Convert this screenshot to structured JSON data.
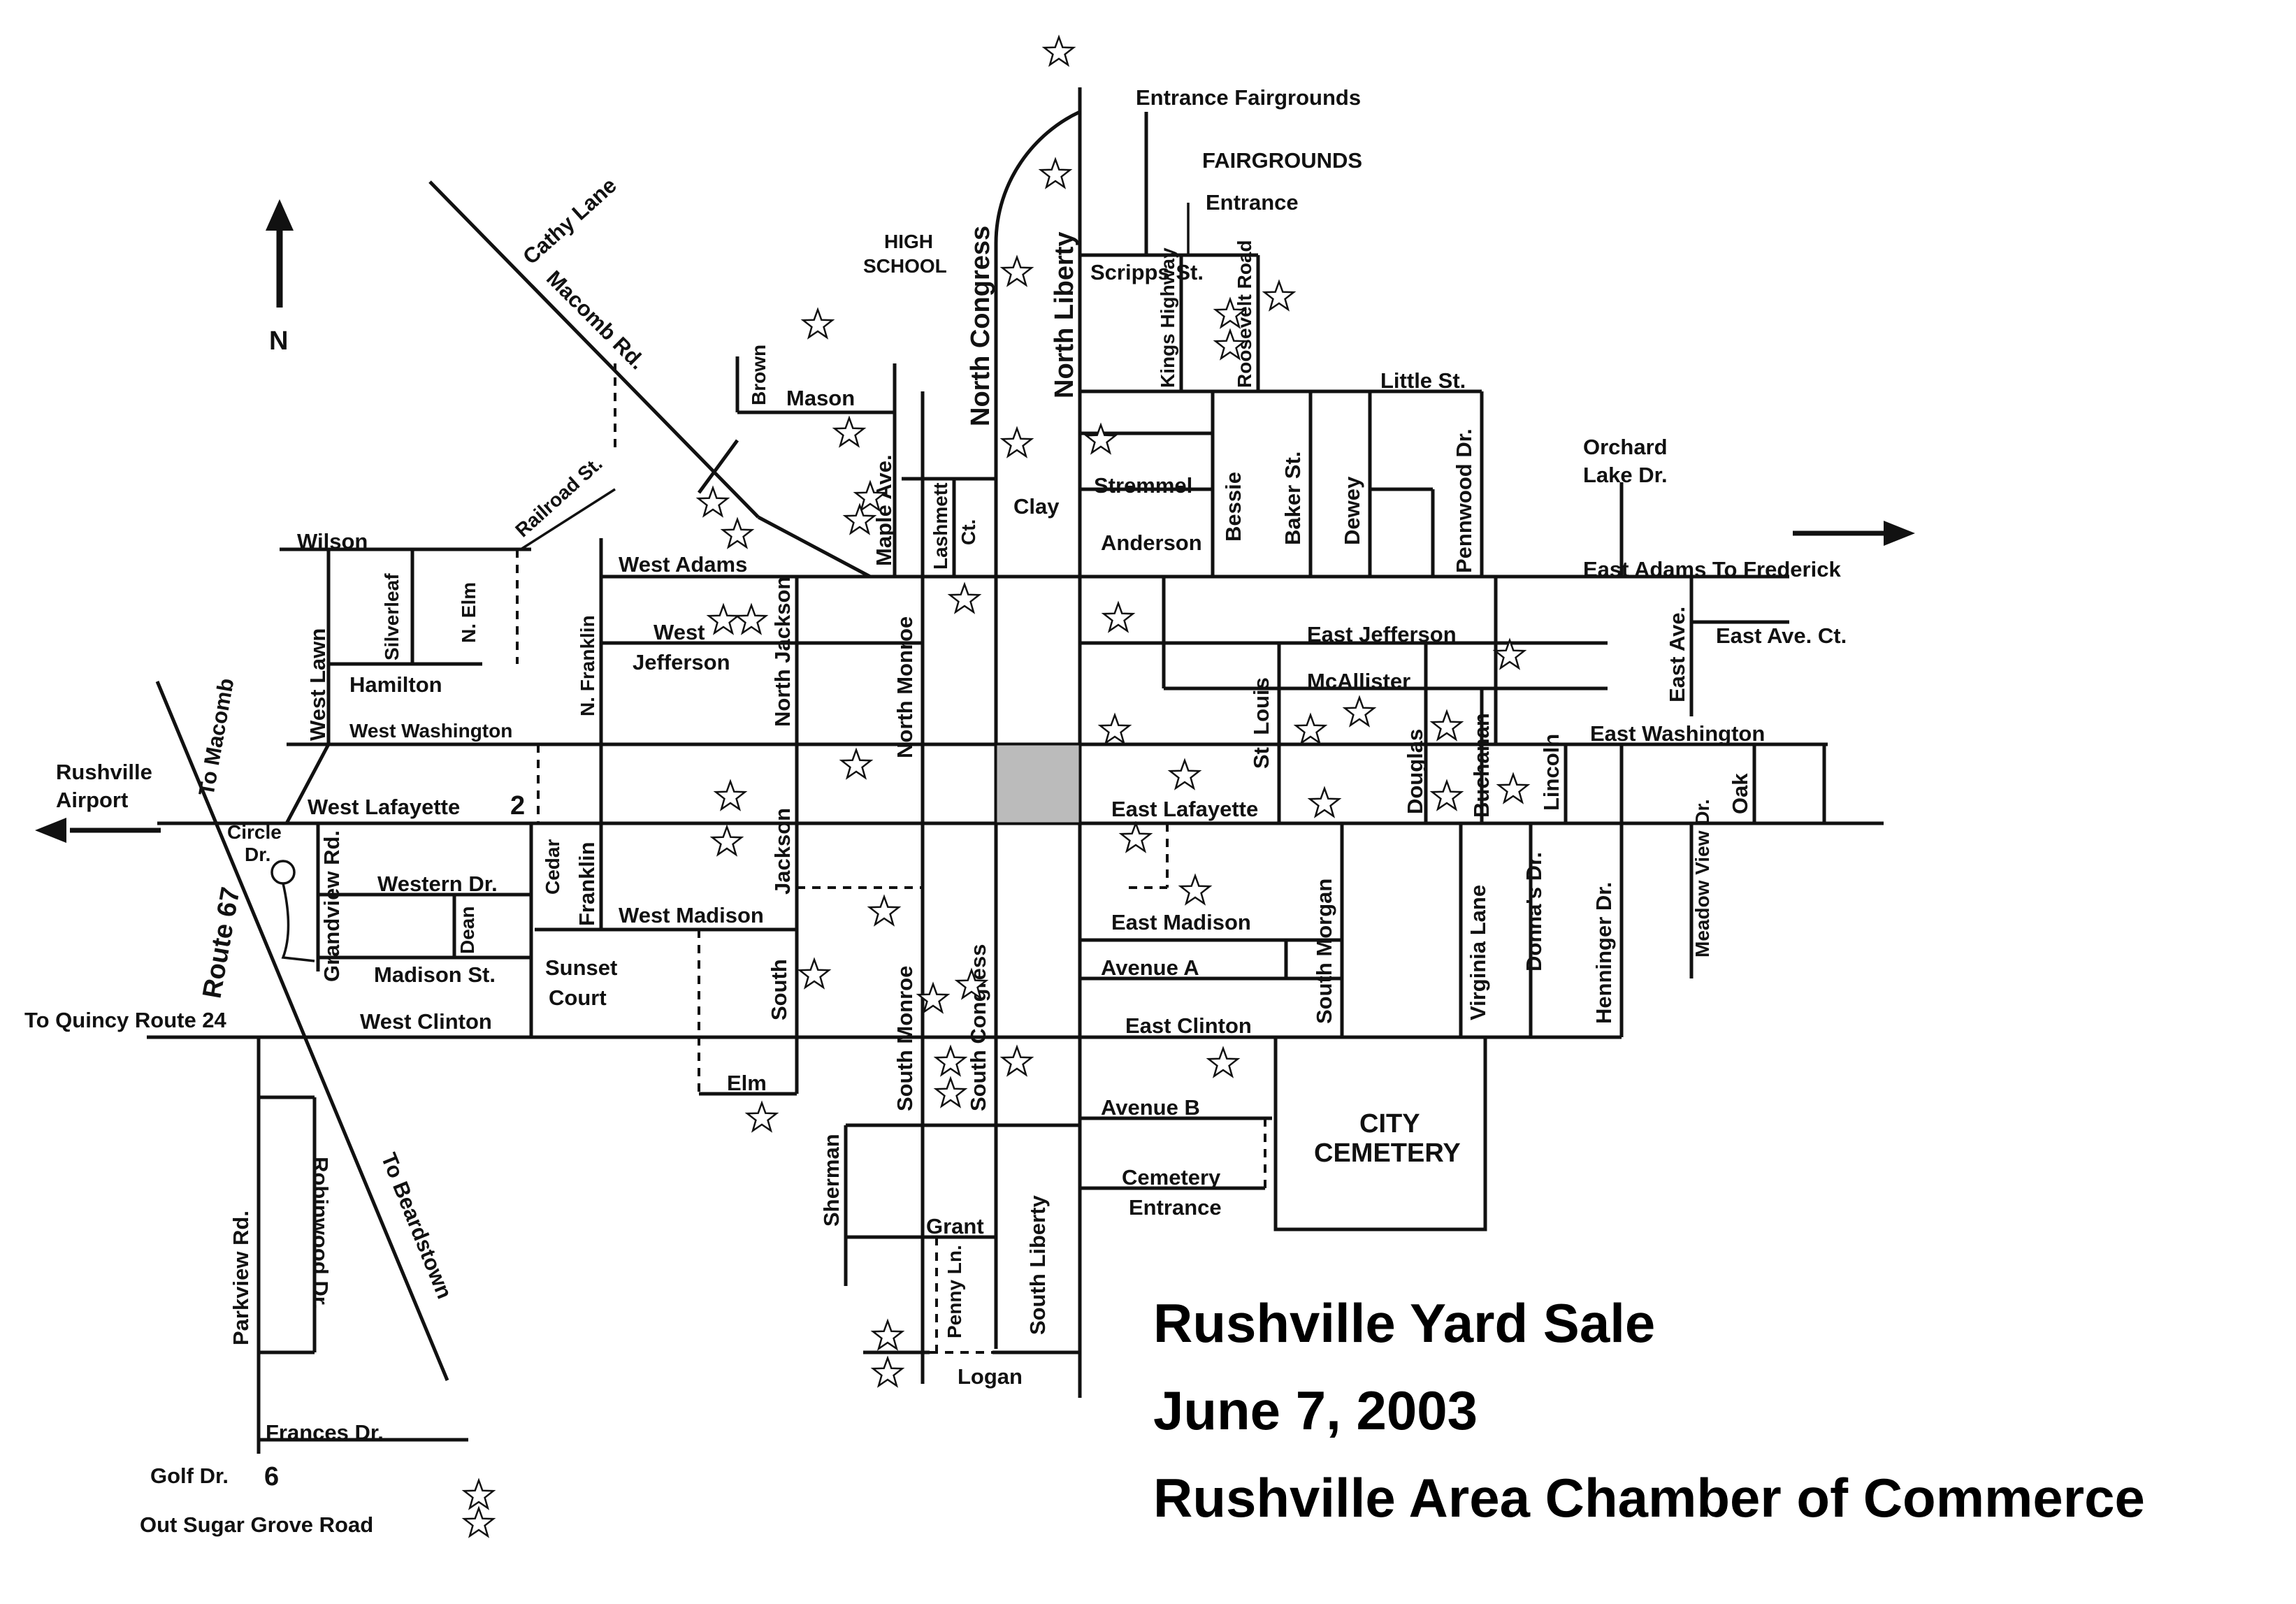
{
  "title": {
    "line1": "Rushville Yard Sale",
    "line2": "June 7, 2003",
    "line3": "Rushville Area Chamber of Commerce"
  },
  "compass": {
    "label": "N",
    "icon": "north-arrow-icon"
  },
  "fairgrounds": {
    "label": "FAIRGROUNDS",
    "entrance_top": "Entrance Fairgrounds",
    "entrance": "Entrance"
  },
  "high_school": [
    "HIGH",
    "SCHOOL"
  ],
  "cemetery": [
    "CITY",
    "CEMETERY"
  ],
  "streets": {
    "cathy_lane": "Cathy Lane",
    "macomb_rd": "Macomb Rd.",
    "brown": "Brown",
    "mason": "Mason",
    "maple_ave": "Maple Ave.",
    "north_congress": "North Congress",
    "north_liberty": "North Liberty",
    "scripps": "Scripps St.",
    "kings_highway": "Kings Highway",
    "roosevelt_road": "Roosevelt Road",
    "little_st": "Little St.",
    "orchard_lake": [
      "Orchard",
      "Lake Dr."
    ],
    "railroad_st": "Railroad St.",
    "wilson": "Wilson",
    "silverleaf": "Silverleaf",
    "n_elm": "N. Elm",
    "west_lawn": "West Lawn",
    "hamilton": "Hamilton",
    "west_washington": "West Washington",
    "n_franklin": "N. Franklin",
    "west_adams": "West Adams",
    "west_jefferson": [
      "West",
      "Jefferson"
    ],
    "north_jackson": "North Jackson",
    "north_monroe": "North Monroe",
    "lashmett_ct": [
      "Lashmett",
      "Ct."
    ],
    "clay": "Clay",
    "stremmel": "Stremmel",
    "anderson": "Anderson",
    "bessie": "Bessie",
    "baker_st": "Baker St.",
    "dewey": "Dewey",
    "pennwood": "Pennwood Dr.",
    "east_adams": "East Adams To Frederick",
    "east_jefferson": "East Jefferson",
    "mcallister": "McAllister",
    "east_ave": "East Ave.",
    "east_ave_ct": "East Ave. Ct.",
    "st_louis": "St. Louis",
    "douglas": "Douglas",
    "buchanan": "Buchanan",
    "lincoln": "Lincoln",
    "east_washington": "East Washington",
    "oak": "Oak",
    "to_macomb": "To Macomb",
    "rushville_airport": [
      "Rushville",
      "Airport"
    ],
    "west_lafayette": "West Lafayette",
    "circle_dr": [
      "Circle",
      "Dr."
    ],
    "grandview": "Grandview Rd.",
    "route_67": "Route 67",
    "western_dr": "Western Dr.",
    "dean": "Dean",
    "cedar": "Cedar",
    "franklin": "Franklin",
    "west_madison": "West Madison",
    "jackson": "Jackson",
    "east_lafayette": "East Lafayette",
    "east_madison": "East Madison",
    "south_morgan": "South Morgan",
    "avenue_a": "Avenue A",
    "virginia_lane": "Virginia Lane",
    "donnas_dr": "Donna's Dr.",
    "henninger": "Henninger Dr.",
    "meadow_view": "Meadow View Dr.",
    "madison_st": "Madison St.",
    "sunset_court": [
      "Sunset",
      "Court"
    ],
    "south": "South",
    "south_monroe": "South Monroe",
    "south_congress": "South Congress",
    "to_quincy": "To Quincy Route 24",
    "west_clinton": "West Clinton",
    "east_clinton": "East Clinton",
    "elm": "Elm",
    "avenue_b": "Avenue B",
    "sherman": "Sherman",
    "south_liberty": "South Liberty",
    "grant": "Grant",
    "cemetery_entrance": [
      "Cemetery",
      "Entrance"
    ],
    "parkview": "Parkview Rd.",
    "robinwood": "Robinwood Dr.",
    "to_beardstown": "To Beardstown",
    "penny_ln": "Penny Ln.",
    "logan": "Logan",
    "frances_dr": "Frances Dr.",
    "golf_dr": "Golf Dr.",
    "sugar_grove": "Out Sugar Grove Road"
  },
  "markers": {
    "lafayette_number": "2",
    "golf_number": "6"
  },
  "icons": [
    "yard-sale-star-icon",
    "east-arrow-icon",
    "west-arrow-icon"
  ]
}
